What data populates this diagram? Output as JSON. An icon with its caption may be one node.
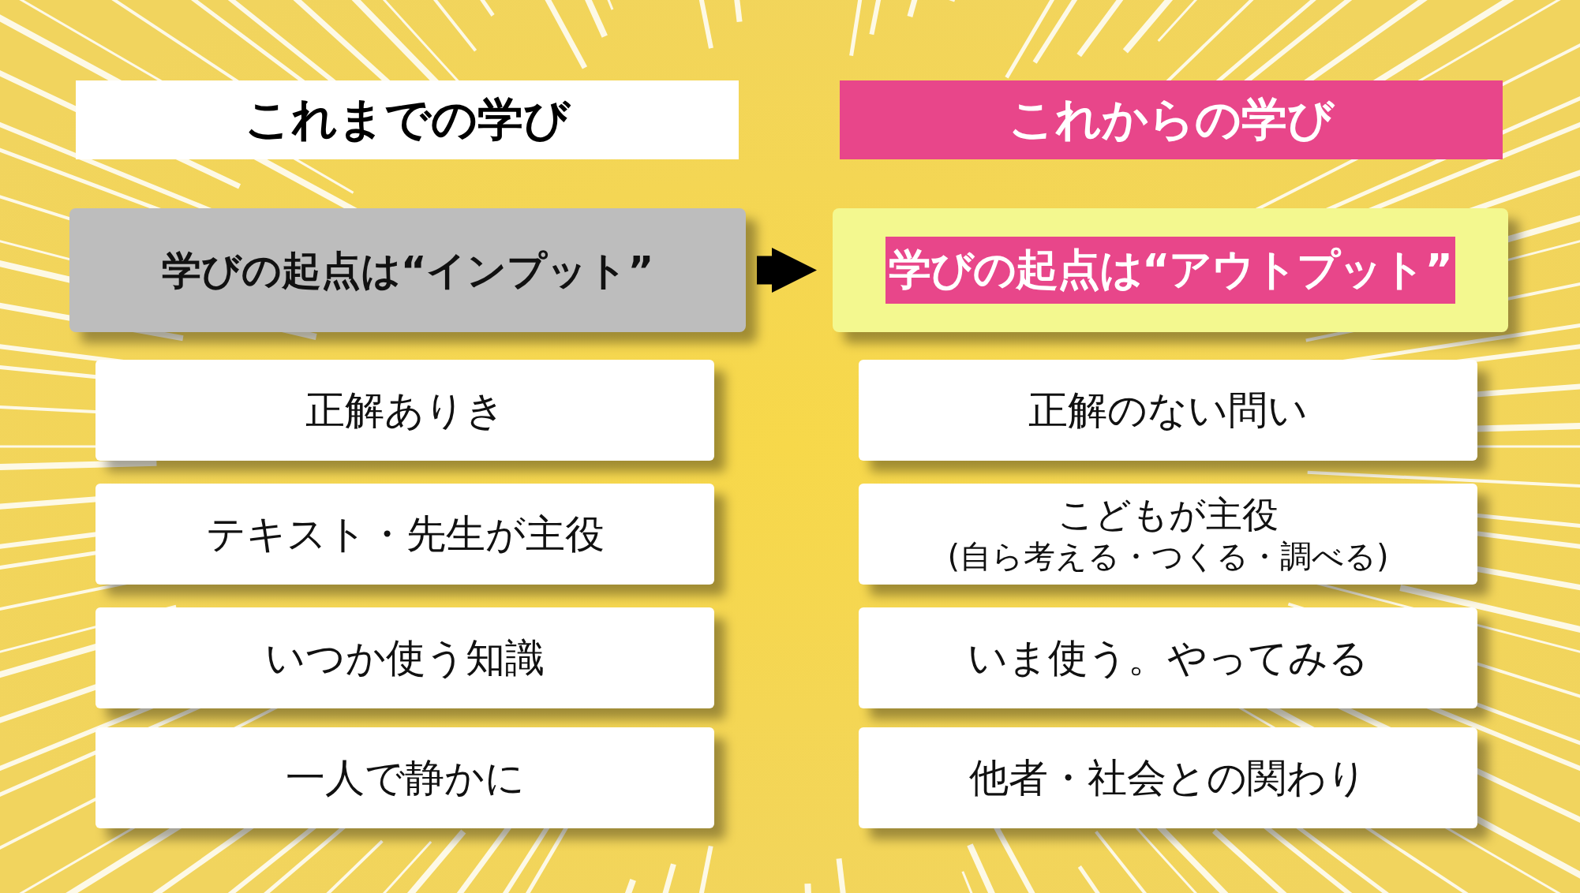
{
  "diagram": {
    "nodes": [
      {
        "text": [
          "これまでの学び"
        ]
      },
      {
        "text": [
          "これからの学び"
        ]
      },
      {
        "text": [
          "学びの起点は“インプット”"
        ]
      },
      {
        "text": [
          "学びの起点は“アウトプット”"
        ]
      },
      {
        "text": [
          "正解ありき"
        ]
      },
      {
        "text": [
          "正解のない問い"
        ]
      },
      {
        "text": [
          "テキスト・先生が主役"
        ]
      },
      {
        "text": [
          "こどもが主役",
          "(自ら考える・つくる・調べる)"
        ]
      },
      {
        "text": [
          "いつか使う知識"
        ]
      },
      {
        "text": [
          "いま使う。やってみる"
        ]
      },
      {
        "text": [
          "一人で静かに"
        ]
      },
      {
        "text": [
          "他者・社会との関わり"
        ]
      }
    ],
    "edges": [
      {
        "from": 2,
        "to": 3,
        "arrow": "to"
      }
    ]
  }
}
